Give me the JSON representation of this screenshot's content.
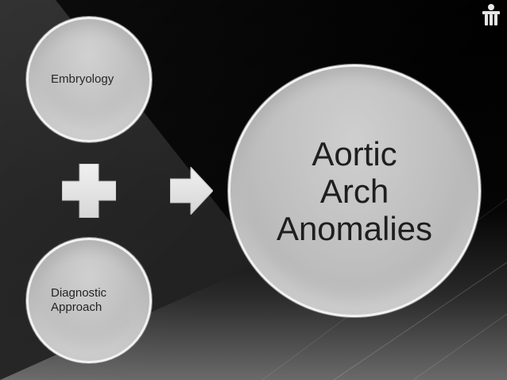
{
  "diagram": {
    "nodes": {
      "embryology": "Embryology",
      "diagnostic": [
        "Diagnostic",
        "Approach"
      ],
      "result": [
        "Aortic",
        "Arch",
        "Anomalies"
      ]
    },
    "operators": {
      "combine_icon": "plus-icon",
      "result_icon": "arrow-right-icon"
    }
  },
  "branding": {
    "logo_icon": "slideshare-logo-icon"
  },
  "colors": {
    "background": "#000000",
    "circle_fill": "#c2c2c2",
    "circle_border": "#f2f2f2",
    "symbol_fill": "#e8e8e8",
    "text": "#1e1e1e"
  }
}
